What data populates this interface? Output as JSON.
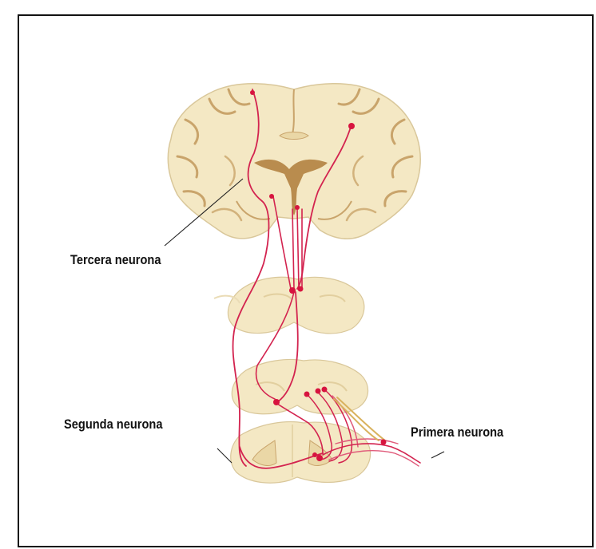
{
  "labels": {
    "third_neuron": "Tercera neurona",
    "second_neuron": "Segunda neurona",
    "first_neuron": "Primera neurona"
  },
  "colors": {
    "tissue": "#f4e8c4",
    "tissue_light": "#faf2da",
    "tissue_outline": "#d9c79a",
    "fold": "#c9a46b",
    "ventricle": "#b98c4e",
    "pathway": "#d3234f",
    "pathway_light": "#e05a7a",
    "nucleus": "#d7143f",
    "leader_line": "#222222",
    "root": "#b0476a",
    "frame_border": "#111111"
  },
  "icons": {
    "brain": "coronal-brain-section",
    "midbrain": "midbrain-section",
    "medulla": "medulla-section",
    "spinal_cord": "spinal-cord-section"
  }
}
